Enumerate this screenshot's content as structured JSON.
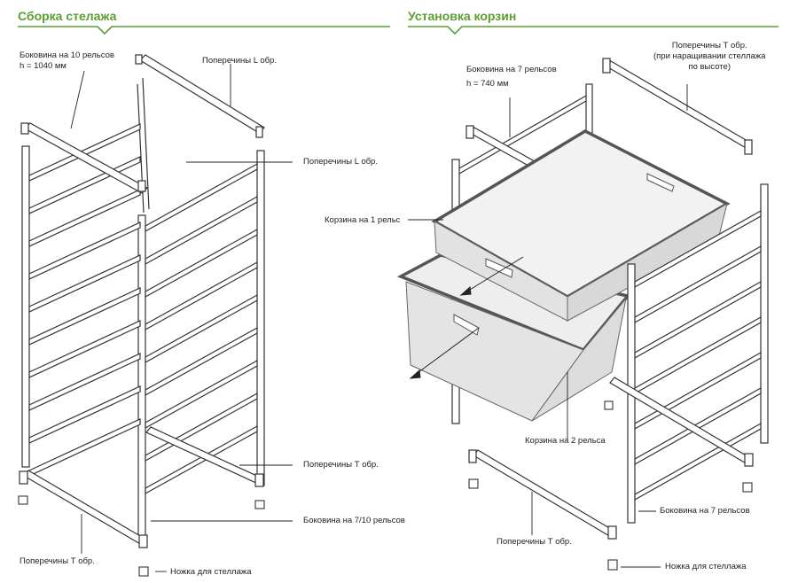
{
  "left_section": {
    "title": "Сборка стелажа",
    "labels": {
      "side_10_line1": "Боковина на 10 рельсов",
      "side_10_line2": "h = 1040 мм",
      "cross_l_top": "Поперечины L обр.",
      "cross_l_mid": "Поперечины L обр.",
      "cross_t_right": "Поперечины Т обр.",
      "side_7_10": "Боковина на 7/10 рельсов",
      "cross_t_bottom": "Поперечины Т обр.",
      "foot": "Ножка для стеллажа"
    }
  },
  "right_section": {
    "title": "Установка корзин",
    "labels": {
      "side_7_line1": "Боковина на 7 рельсов",
      "side_7_line2": "h = 740 мм",
      "cross_t_top_line1": "Поперечины Т обр.",
      "cross_t_top_line2": "(при наращивании стеллажа",
      "cross_t_top_line3": "по высоте)",
      "basket_1": "Корзина на 1 рельс",
      "basket_2": "Корзина на 2 рельса",
      "side_7_bottom": "Боковина на 7 рельсов",
      "cross_t_bottom": "Поперечины Т обр.",
      "foot": "Ножка для стеллажа"
    }
  },
  "colors": {
    "accent": "#5a9e32",
    "text": "#222222",
    "frame": "#333333",
    "rail_fill": "#ffffff",
    "basket_fill": "#e6e6e6",
    "basket_rim": "#555555"
  }
}
